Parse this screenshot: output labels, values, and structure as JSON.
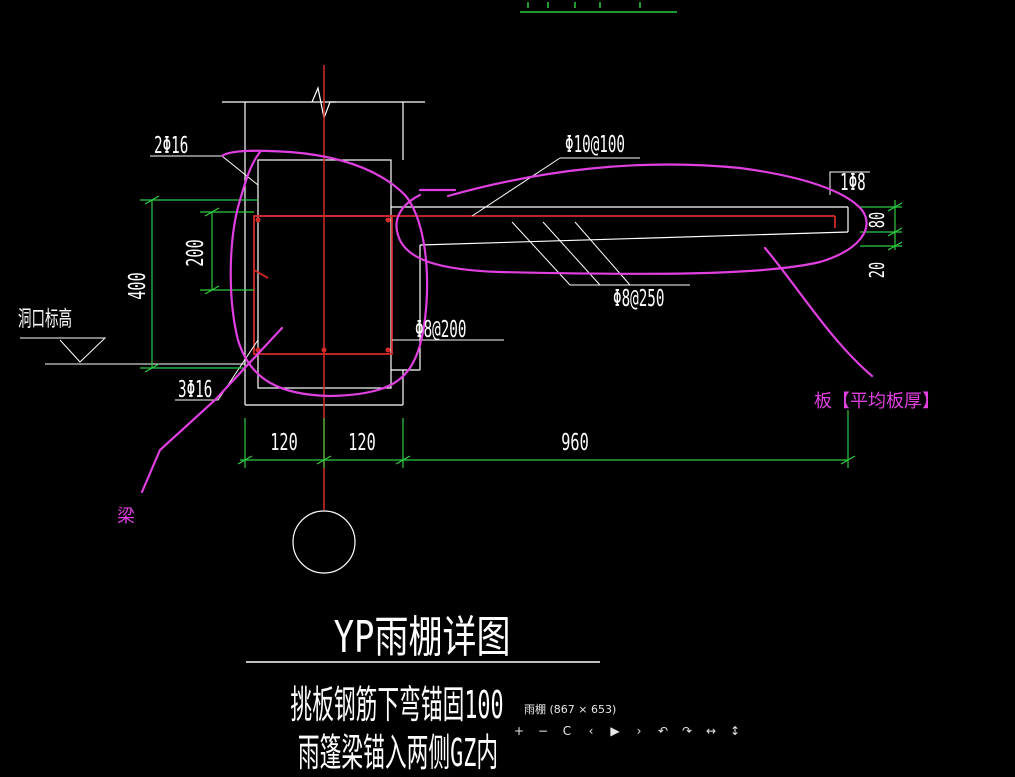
{
  "colors": {
    "background": "#000000",
    "structure": "#ffffff",
    "rebar": "#d42a2a",
    "dimension": "#2ecc40",
    "annotation": "#e040e0"
  },
  "drawing": {
    "section_title": "YP雨棚详图",
    "note_line_1": "挑板钢筋下弯锚固100",
    "note_line_2": "雨篷梁锚入两侧GZ内",
    "bench_label": "洞口标高"
  },
  "rebar_labels": {
    "top_bars": "2Φ16",
    "bottom_bars": "3Φ16",
    "stirrups": "Φ8@200",
    "slab_top": "Φ10@100",
    "slab_dist": "Φ8@250",
    "slab_end": "1Φ8"
  },
  "dimensions": {
    "beam_height": "400",
    "inner_height": "200",
    "left_half": "120",
    "right_half": "120",
    "cantilever": "960",
    "slab_thick": "80",
    "slab_tip": "20"
  },
  "annotations": {
    "beam": "梁",
    "slab": "板【平均板厚】"
  },
  "viewer": {
    "caption": "雨棚 (867 × 653)",
    "toolbar": [
      {
        "name": "zoom-in-button",
        "icon": "plus-icon",
        "glyph": "+"
      },
      {
        "name": "zoom-out-button",
        "icon": "minus-icon",
        "glyph": "−"
      },
      {
        "name": "reset-button",
        "icon": "reset-icon",
        "glyph": "C"
      },
      {
        "name": "prev-button",
        "icon": "chevron-left-icon",
        "glyph": "‹"
      },
      {
        "name": "play-button",
        "icon": "play-icon",
        "glyph": "▶"
      },
      {
        "name": "next-button",
        "icon": "chevron-right-icon",
        "glyph": "›"
      },
      {
        "name": "rotate-left-button",
        "icon": "rotate-left-icon",
        "glyph": "↶"
      },
      {
        "name": "rotate-right-button",
        "icon": "rotate-right-icon",
        "glyph": "↷"
      },
      {
        "name": "flip-h-button",
        "icon": "flip-horizontal-icon",
        "glyph": "↔"
      },
      {
        "name": "flip-v-button",
        "icon": "flip-vertical-icon",
        "glyph": "↕"
      }
    ]
  }
}
